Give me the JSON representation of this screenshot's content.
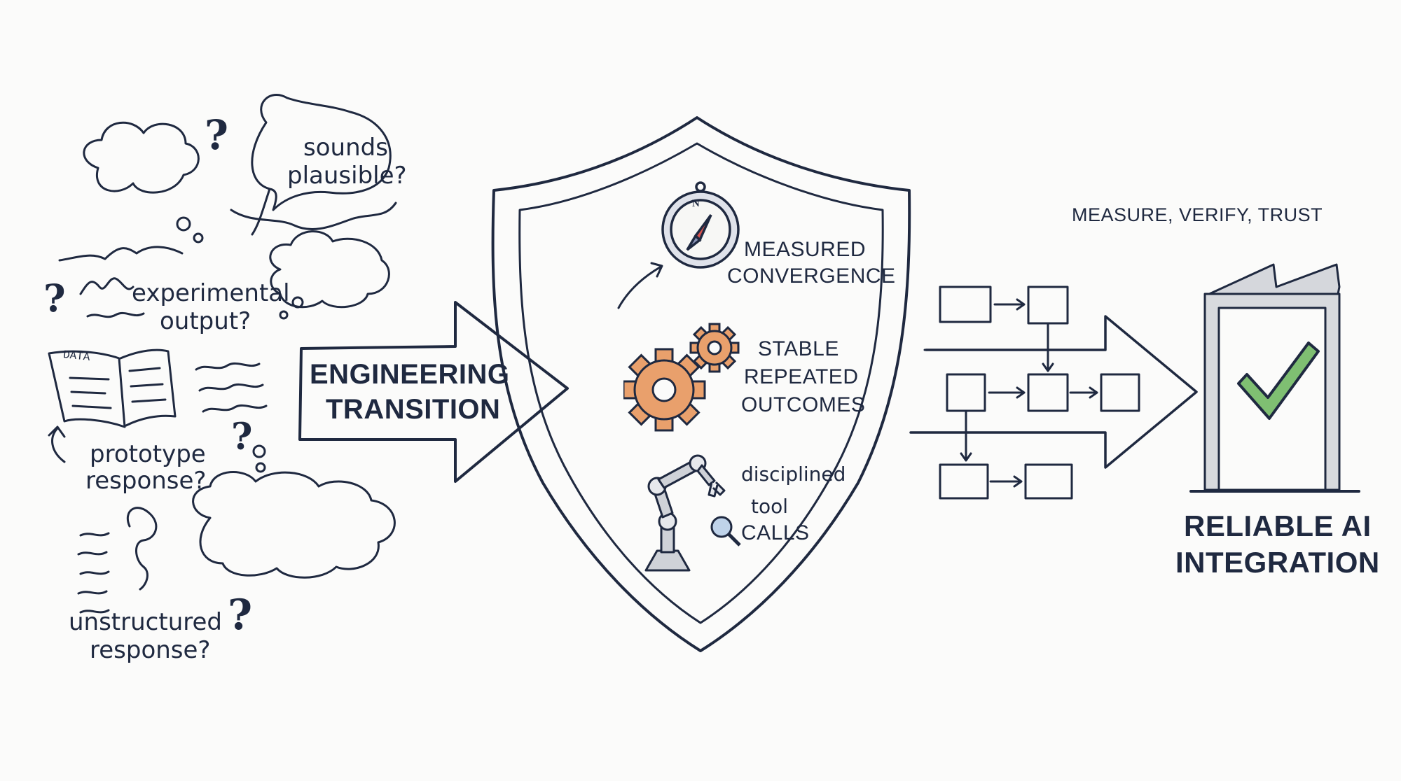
{
  "colors": {
    "ink": "#1f2940",
    "gear_orange": "#e9a06c",
    "check_green": "#7fbf72",
    "compass_red": "#d9534f",
    "gray": "#c9cbd0"
  },
  "uncertainty": {
    "sounds_plausible": [
      "sounds",
      "plausible?"
    ],
    "experimental_output": [
      "experimental",
      "output?"
    ],
    "prototype_response": [
      "prototype",
      "response?"
    ],
    "unstructured_response": [
      "unstructured",
      "response?"
    ],
    "doc_label": "DATA",
    "question_mark": "?"
  },
  "transition": {
    "line1": "ENGINEERING",
    "line2": "TRANSITION"
  },
  "shield": {
    "measured": [
      "MEASURED",
      "CONVERGENCE"
    ],
    "stable": [
      "STABLE",
      "REPEATED",
      "OUTCOMES"
    ],
    "disciplined": [
      "disciplined",
      "tool",
      "CALLS"
    ],
    "compass_letter": "N"
  },
  "flow": {
    "tagline": "MEASURE, VERIFY, TRUST"
  },
  "result": {
    "line1": "RELIABLE AI",
    "line2": "INTEGRATION"
  }
}
